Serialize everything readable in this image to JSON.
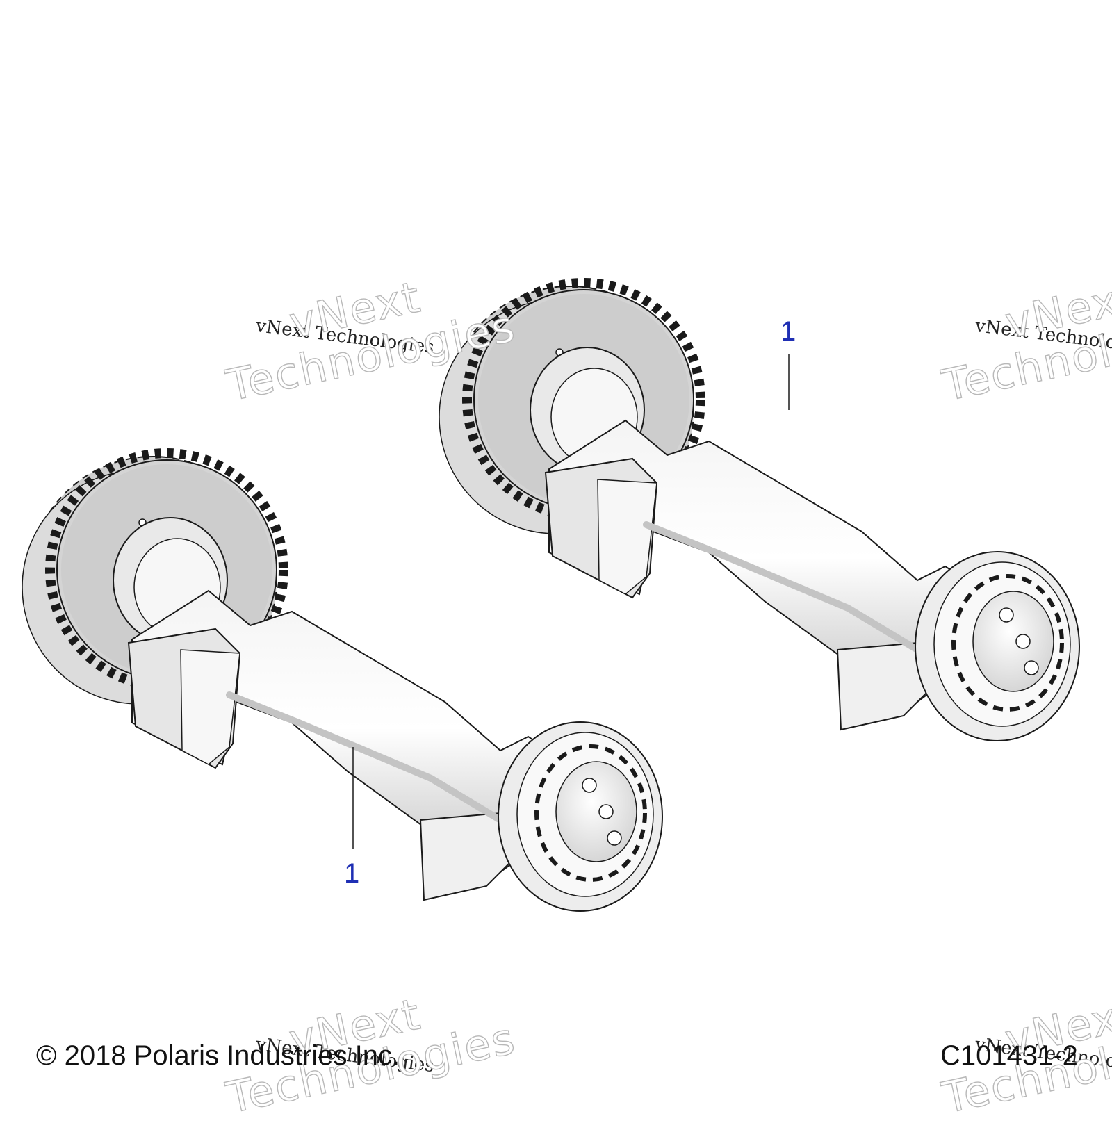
{
  "diagram": {
    "callouts": [
      {
        "id": "callout-1-upper",
        "label": "1"
      },
      {
        "id": "callout-1-lower",
        "label": "1"
      }
    ],
    "copyright": "© 2018 Polaris Industries Inc.",
    "figure_id": "C101431-2",
    "watermark": {
      "line_small": "vNext Technologies",
      "line_big_1": "vNext",
      "line_big_2": "Technologies"
    }
  }
}
